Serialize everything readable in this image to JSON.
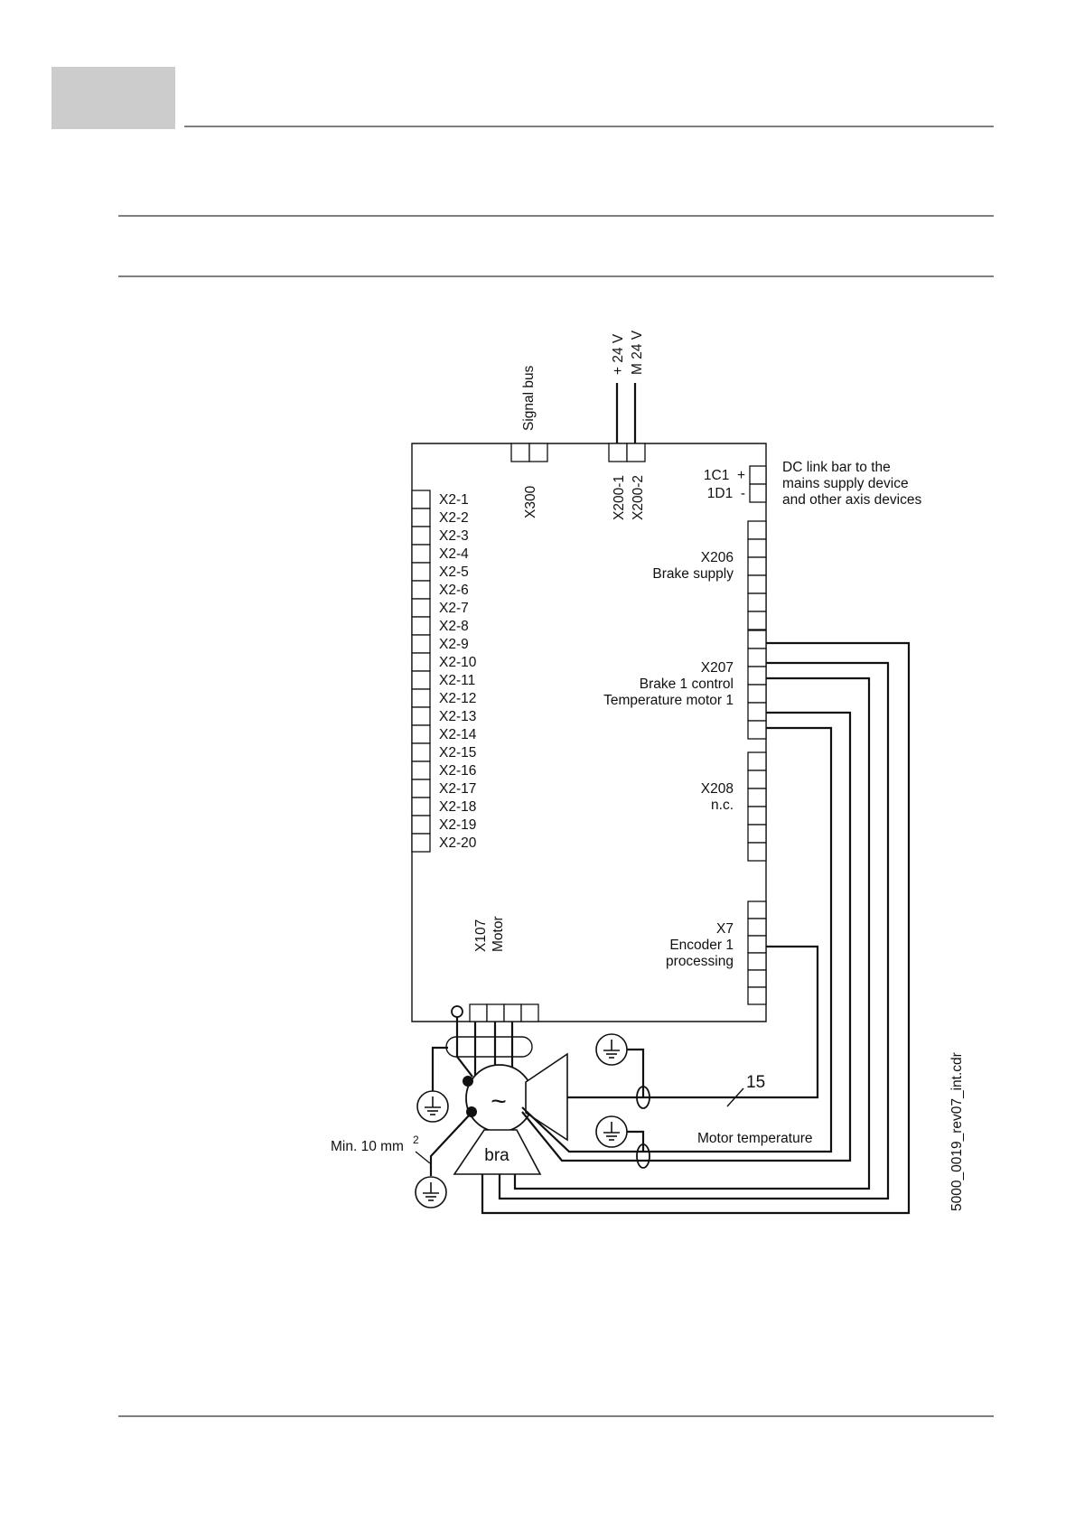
{
  "header": {
    "tab_color": "#cccccc"
  },
  "diagram": {
    "supply_labels": [
      "+ 24 V",
      "M 24 V"
    ],
    "signal_bus": "Signal bus",
    "x300": "X300",
    "x200_labels": [
      "X200-1",
      "X200-2"
    ],
    "dc_link": {
      "pos_terminal": "1C1  +",
      "neg_terminal": "1D1  -",
      "description": [
        "DC link bar to the",
        "mains supply device",
        "and other axis devices"
      ]
    },
    "x2_terminals": [
      "X2-1",
      "X2-2",
      "X2-3",
      "X2-4",
      "X2-5",
      "X2-6",
      "X2-7",
      "X2-8",
      "X2-9",
      "X2-10",
      "X2-11",
      "X2-12",
      "X2-13",
      "X2-14",
      "X2-15",
      "X2-16",
      "X2-17",
      "X2-18",
      "X2-19",
      "X2-20"
    ],
    "x206": {
      "name": "X206",
      "desc": "Brake supply"
    },
    "x207": {
      "name": "X207",
      "desc": [
        "Brake 1 control",
        "Temperature motor 1"
      ]
    },
    "x208": {
      "name": "X208",
      "desc": "n.c."
    },
    "x7": {
      "name": "X7",
      "desc": [
        "Encoder 1",
        "processing"
      ]
    },
    "x107": [
      "X107",
      "Motor"
    ],
    "motor_symbol": "~",
    "brake_label": "bra",
    "cable_number": "15",
    "motor_temperature": "Motor temperature",
    "min_cross_section": "Min. 10 mm",
    "superscript": "2",
    "file_ref": "5000_0019_rev07_int.cdr"
  }
}
